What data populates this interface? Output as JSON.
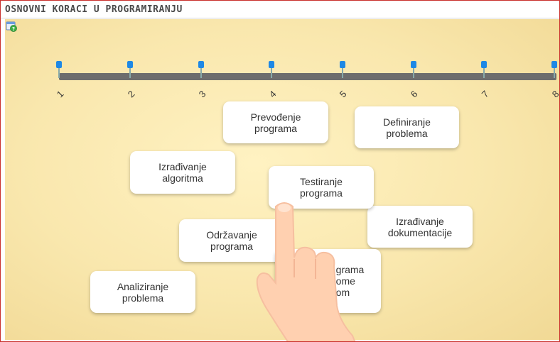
{
  "window": {
    "title": "OSNOVNI KORACI U PROGRAMIRANJU"
  },
  "toolbar": {
    "help_icon": "help-question-icon"
  },
  "timeline": {
    "labels": [
      "1",
      "2",
      "3",
      "4",
      "5",
      "6",
      "7",
      "8"
    ],
    "marker_color": "#1e88e5",
    "bar_color": "#6d6d6d"
  },
  "cards": {
    "prevodenje": {
      "line1": "Prevođenje",
      "line2": "programa"
    },
    "definiranje": {
      "line1": "Definiranje",
      "line2": "problema"
    },
    "izradivanje_algoritma": {
      "line1": "Izrađivanje",
      "line2": "algoritma"
    },
    "testiranje": {
      "line1": "Testiranje",
      "line2": "programa"
    },
    "izradivanje_dokumentacije": {
      "line1": "Izrađivanje",
      "line2": "dokumentacije"
    },
    "odrzavanje": {
      "line1": "Održavanje",
      "line2": "programa"
    },
    "partial": {
      "line1": "grama",
      "line2": "ome",
      "line3": "om"
    },
    "analiziranje": {
      "line1": "Analiziranje",
      "line2": "problema"
    }
  },
  "overlay": {
    "hand_icon": "pointing-hand-icon"
  }
}
